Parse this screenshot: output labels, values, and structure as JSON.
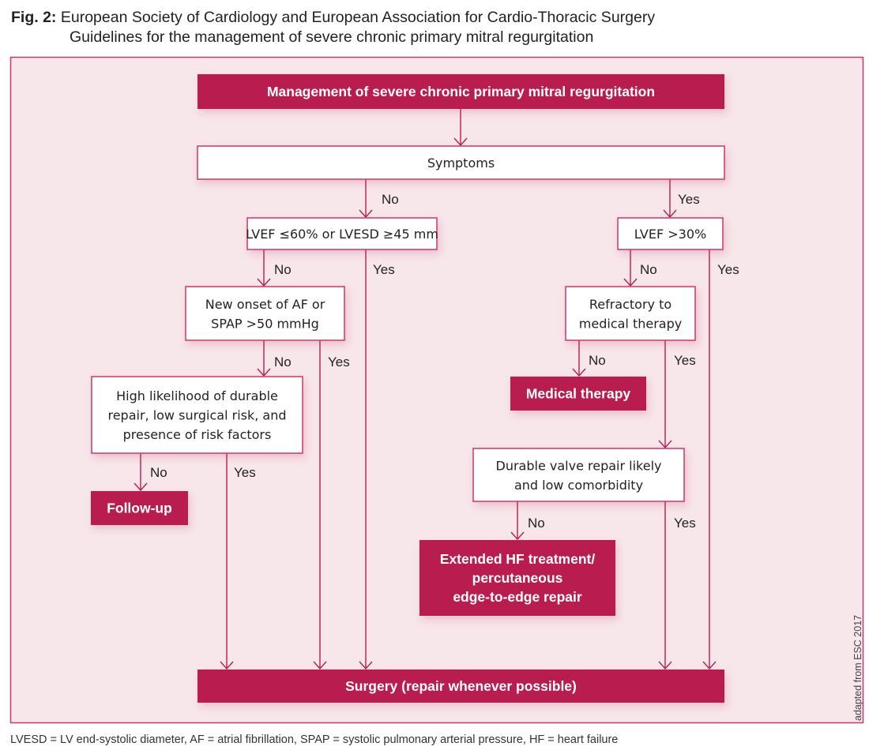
{
  "caption": {
    "fig_label": "Fig. 2:",
    "line1": "European Society of Cardiology and European Association for Cardio-Thoracic Surgery",
    "line2": "Guidelines for the management of severe chronic primary mitral regurgitation"
  },
  "colors": {
    "accent": "#B91C4F",
    "frame_bg": "#F7E7EA",
    "frame_border": "#C8376A",
    "box_fill": "#FFFFFF",
    "text": "#222222"
  },
  "nodes": {
    "title": {
      "lines": [
        "Management of severe chronic primary mitral regurgitation"
      ],
      "style": "filled"
    },
    "symptoms": {
      "lines": [
        "Symptoms"
      ],
      "style": "outline"
    },
    "lvef60": {
      "lines": [
        "LVEF ≤60% or LVESD ≥45 mm"
      ],
      "style": "outline"
    },
    "lvef30": {
      "lines": [
        "LVEF >30%"
      ],
      "style": "outline"
    },
    "new_onset": {
      "lines": [
        "New onset of AF or",
        "SPAP >50 mmHg"
      ],
      "style": "outline"
    },
    "refractory": {
      "lines": [
        "Refractory to",
        "medical therapy"
      ],
      "style": "outline"
    },
    "high_likelihood": {
      "lines": [
        "High likelihood of durable",
        "repair, low surgical risk, and",
        "presence of risk factors"
      ],
      "style": "outline"
    },
    "medical_therapy": {
      "lines": [
        "Medical therapy"
      ],
      "style": "filled"
    },
    "durable_valve": {
      "lines": [
        "Durable valve repair likely",
        "and low comorbidity"
      ],
      "style": "outline"
    },
    "follow_up": {
      "lines": [
        "Follow-up"
      ],
      "style": "filled"
    },
    "extended_hf": {
      "lines": [
        "Extended HF treatment/",
        "percutaneous",
        "edge-to-edge repair"
      ],
      "style": "filled"
    },
    "surgery": {
      "lines": [
        "Surgery (repair whenever possible)"
      ],
      "style": "filled"
    }
  },
  "edges": [
    {
      "from": "title",
      "to": "symptoms",
      "label": ""
    },
    {
      "from": "symptoms",
      "to": "lvef60",
      "label": "No"
    },
    {
      "from": "symptoms",
      "to": "lvef30",
      "label": "Yes"
    },
    {
      "from": "lvef60",
      "to": "new_onset",
      "label": "No"
    },
    {
      "from": "lvef60",
      "to": "surgery",
      "label": "Yes"
    },
    {
      "from": "new_onset",
      "to": "high_likelihood",
      "label": "No"
    },
    {
      "from": "new_onset",
      "to": "surgery",
      "label": "Yes"
    },
    {
      "from": "high_likelihood",
      "to": "follow_up",
      "label": "No"
    },
    {
      "from": "high_likelihood",
      "to": "surgery",
      "label": "Yes"
    },
    {
      "from": "lvef30",
      "to": "refractory",
      "label": "No"
    },
    {
      "from": "lvef30",
      "to": "surgery",
      "label": "Yes"
    },
    {
      "from": "refractory",
      "to": "medical_therapy",
      "label": "No"
    },
    {
      "from": "refractory",
      "to": "durable_valve",
      "label": "Yes"
    },
    {
      "from": "durable_valve",
      "to": "extended_hf",
      "label": "No"
    },
    {
      "from": "durable_valve",
      "to": "surgery",
      "label": "Yes"
    }
  ],
  "footnote": "LVESD = LV end-systolic diameter, AF = atrial fibrillation, SPAP = systolic pulmonary arterial pressure, HF = heart failure",
  "credit": "adapted from ESC 2017"
}
